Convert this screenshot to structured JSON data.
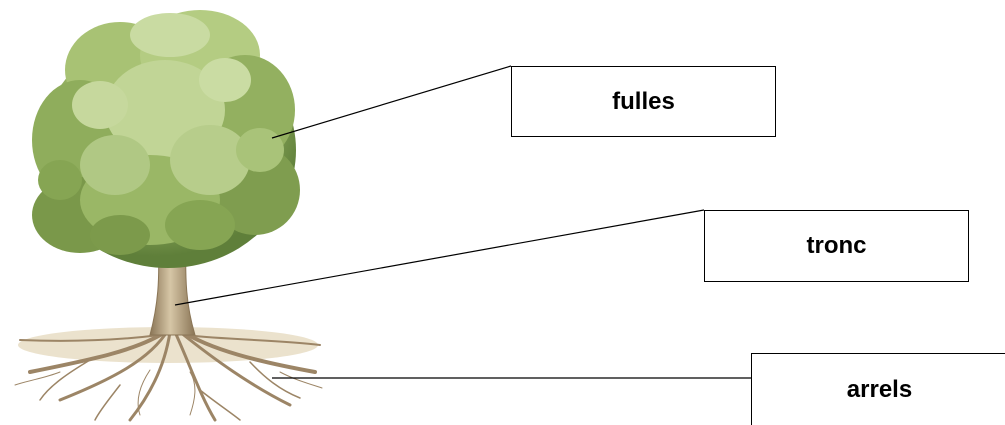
{
  "labels": {
    "leaves": "fulles",
    "trunk": "tronc",
    "roots": "arrels"
  },
  "colors": {
    "foliage_dark": "#5f7f3a",
    "foliage_mid": "#8aa85a",
    "foliage_light": "#c4d69a",
    "bark": "#b9a37f",
    "bark_dark": "#8a7556",
    "roots": "#9c8566",
    "ground": "#cdbb98",
    "line": "#000000"
  }
}
